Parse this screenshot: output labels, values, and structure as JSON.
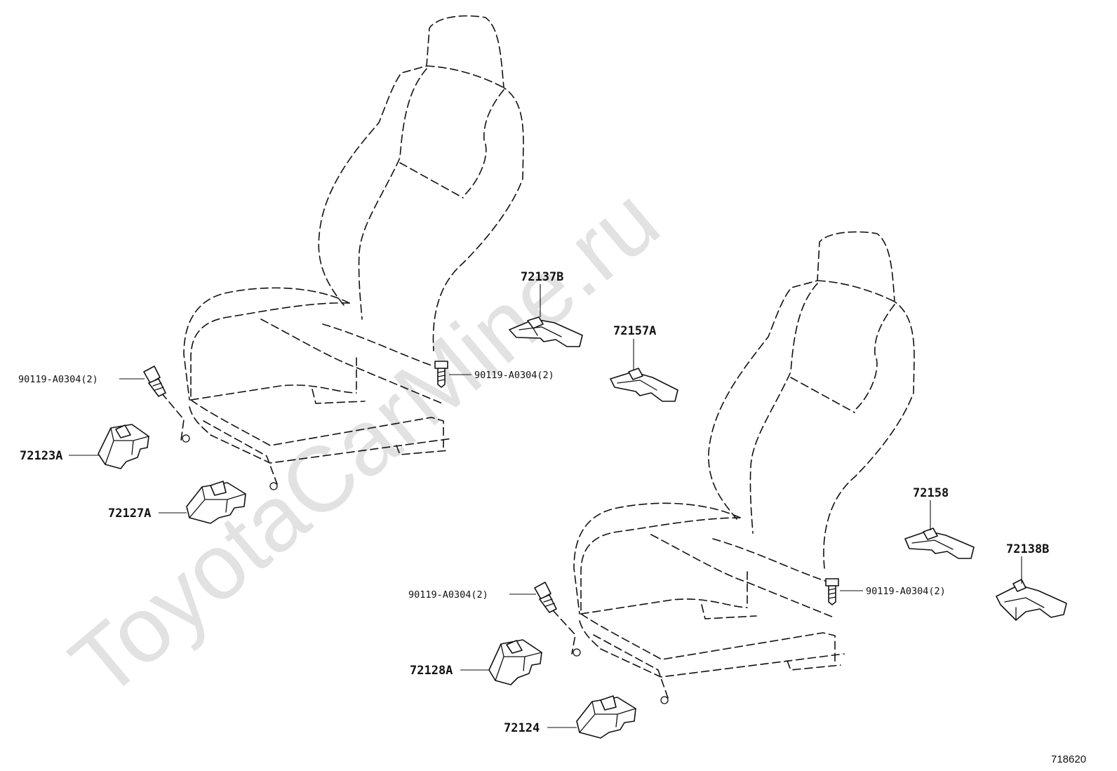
{
  "watermark": "ToyotaCarMine.ru",
  "reference_number": "718620",
  "labels": {
    "part_72137B": "72137B",
    "part_72157A": "72157A",
    "part_72123A": "72123A",
    "part_72127A": "72127A",
    "part_72158": "72158",
    "part_72138B": "72138B",
    "part_72128A": "72128A",
    "part_72124": "72124",
    "bolt_left_outer": "90119-A0304(2)",
    "bolt_left_inner": "90119-A0304(2)",
    "bolt_right_outer": "90119-A0304(2)",
    "bolt_right_inner": "90119-A0304(2)"
  }
}
